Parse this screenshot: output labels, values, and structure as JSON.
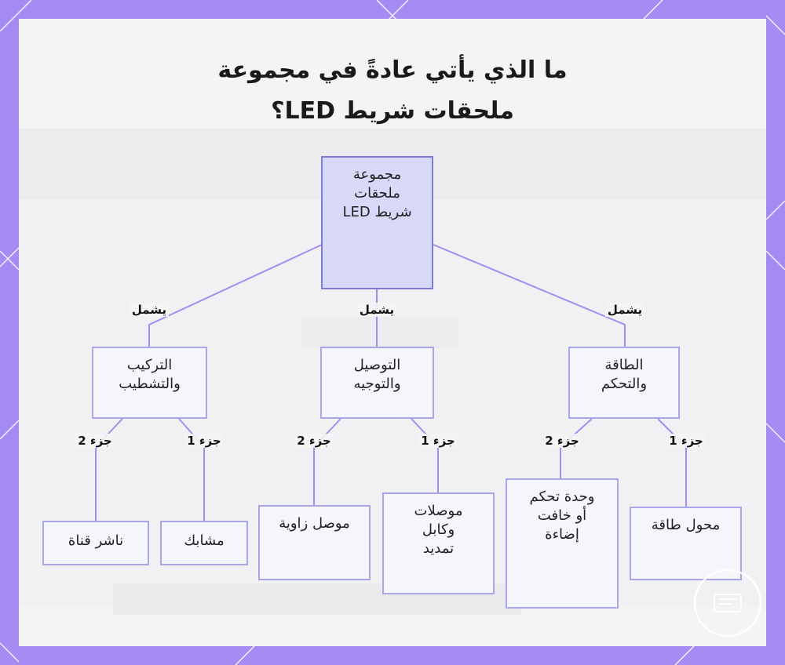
{
  "colors": {
    "frame": "#a58cf2",
    "panel": "#f4f4f5",
    "root_fill": "#d8d8f8",
    "root_border": "#7f7bdc",
    "node_fill": "#f5f5fc",
    "node_border": "#a9a7ea",
    "edge": "#a58cf2"
  },
  "title": {
    "line1": "ما الذي يأتي عادةً في مجموعة",
    "line2": "ملحقات شريط LED؟"
  },
  "nodes": {
    "root": "مجموعة\nملحقات\nشريط LED",
    "mounting": "التركيب\nوالتشطيب",
    "wiring": "التوصيل\nوالتوجيه",
    "power": "الطاقة\nوالتحكم",
    "channel_diffuser": "ناشر قناة",
    "clips": "مشابك",
    "corner_connector": "موصل زاوية",
    "connectors_cables": "موصلات\nوكابل\nتمديد",
    "controller_dimmer": "وحدة تحكم\nأو خافت\nإضاءة",
    "power_adapter": "محول طاقة"
  },
  "edge_labels": {
    "includes_mounting": "يشمل",
    "includes_wiring": "يشمل",
    "includes_power": "يشمل",
    "mounting_part2": "جزء 2",
    "mounting_part1": "جزء 1",
    "wiring_part2": "جزء 2",
    "wiring_part1": "جزء 1",
    "power_part2": "جزء 2",
    "power_part1": "جزء 1"
  }
}
